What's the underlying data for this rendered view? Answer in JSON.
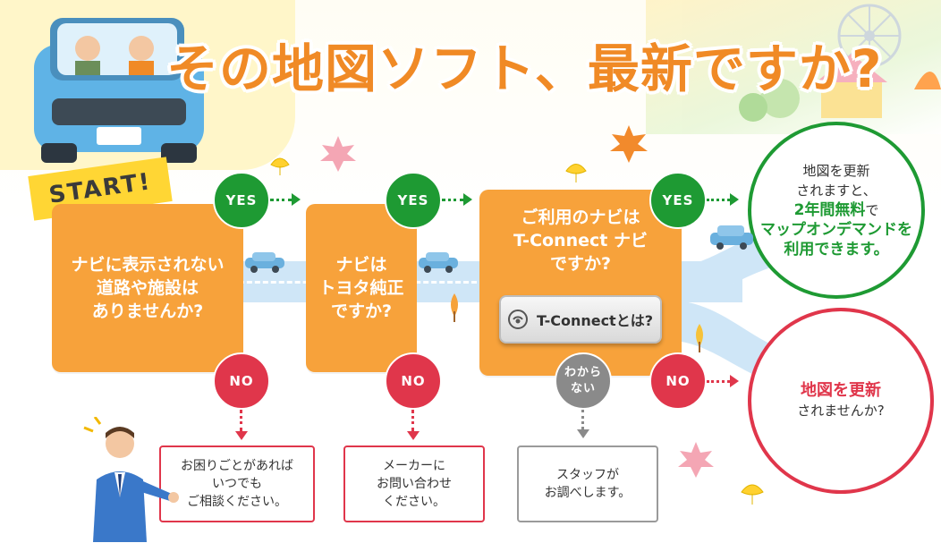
{
  "title": "その地図ソフト、最新ですか?",
  "start_label": "START!",
  "steps": [
    {
      "lines": [
        "ナビに表示されない",
        "道路や施設は",
        "ありませんか?"
      ],
      "yes": "YES",
      "no": "NO"
    },
    {
      "lines": [
        "ナビは",
        "トヨタ純正",
        "ですか?"
      ],
      "yes": "YES",
      "no": "NO"
    },
    {
      "lines": [
        "ご利用のナビは",
        "T-Connect ナビ",
        "ですか?"
      ],
      "yes": "YES",
      "no": "NO",
      "unknown": [
        "わから",
        "ない"
      ]
    }
  ],
  "tconnect_button": "T-Connectとは?",
  "results": {
    "yes": {
      "l1": "地図を更新",
      "l2": "されますと、",
      "em1": "2年間無料",
      "em1_suffix": "で",
      "em2": "マップオンデマンドを",
      "em3": "利用できます。"
    },
    "no": {
      "em": "地図を更新",
      "l2": "されませんか?"
    }
  },
  "outcomes": [
    {
      "lines": [
        "お困りごとがあれば",
        "いつでも",
        "ご相談ください。"
      ]
    },
    {
      "lines": [
        "メーカーに",
        "お問い合わせ",
        "ください。"
      ]
    },
    {
      "lines": [
        "スタッフが",
        "お調べします。"
      ]
    }
  ],
  "colors": {
    "orange": "#f7a23b",
    "green": "#1e9a33",
    "red": "#e0364b",
    "gray": "#8a8a8a",
    "yellow": "#ffd634"
  }
}
